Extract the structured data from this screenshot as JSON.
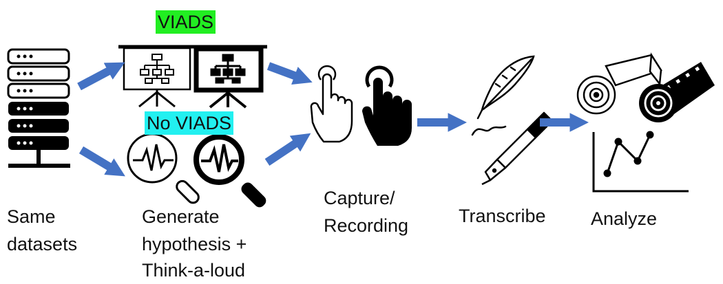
{
  "tags": {
    "viads": {
      "label": "VIADS",
      "color": "#22ee22"
    },
    "no_viads": {
      "label": "No VIADS",
      "color": "#22f0f0"
    }
  },
  "steps": {
    "datasets": {
      "line1": "Same",
      "line2": "datasets"
    },
    "hypothesis": {
      "line1": "Generate",
      "line2": "hypothesis +",
      "line3": "Think-a-loud"
    },
    "capture": {
      "line1": "Capture/",
      "line2": "Recording"
    },
    "transcribe": {
      "line1": "Transcribe"
    },
    "analyze": {
      "line1": "Analyze"
    }
  },
  "colors": {
    "arrow": "#4472c4",
    "ink": "#000000"
  },
  "icons": [
    "server-stack-icon",
    "presentation-board-icon",
    "magnifier-wave-icon",
    "tap-hand-icon",
    "quill-pen-icon",
    "film-reel-icon",
    "line-graph-icon"
  ]
}
